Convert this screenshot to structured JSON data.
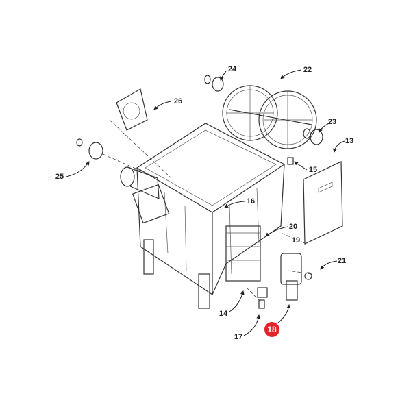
{
  "diagram": {
    "labels": {
      "p24": "24",
      "p22": "22",
      "p26": "26",
      "p23": "23",
      "p13": "13",
      "p25": "25",
      "p15": "15",
      "p16": "16",
      "p20": "20",
      "p19": "19",
      "p21": "21",
      "p14": "14",
      "p17": "17",
      "p18": "18"
    },
    "highlight_color": "#e0262b"
  }
}
